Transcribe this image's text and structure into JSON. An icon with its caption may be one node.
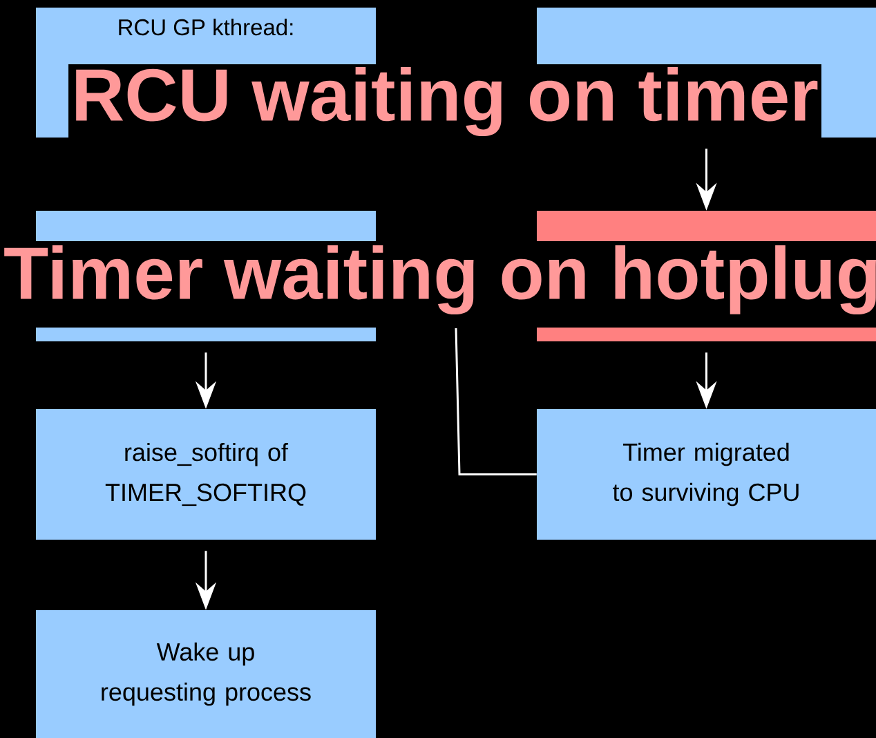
{
  "diagram": {
    "nodes": [
      {
        "text": [
          "RCU GP kthread:"
        ]
      },
      {
        "text": [],
        "shape": "box"
      },
      {
        "text": [],
        "shape": "box"
      },
      {
        "text": [],
        "shape": "box"
      },
      {
        "text": [
          "raise_softirq of TIMER_SOFTIRQ"
        ]
      },
      {
        "text": [
          "Timer migrated to surviving CPU"
        ]
      },
      {
        "text": [
          "Wake up requesting process"
        ]
      }
    ],
    "edges": [
      {
        "from": 1,
        "to": 3,
        "arrow": "to"
      },
      {
        "from": 2,
        "to": 4,
        "arrow": "to"
      },
      {
        "from": 3,
        "to": 5,
        "arrow": "to"
      },
      {
        "from": 4,
        "to": 6,
        "arrow": "to"
      },
      {
        "from": null,
        "to": 5,
        "arrow": "none"
      }
    ],
    "labels": [
      "RCU waiting on timer",
      "Timer waiting on hotplug"
    ]
  }
}
